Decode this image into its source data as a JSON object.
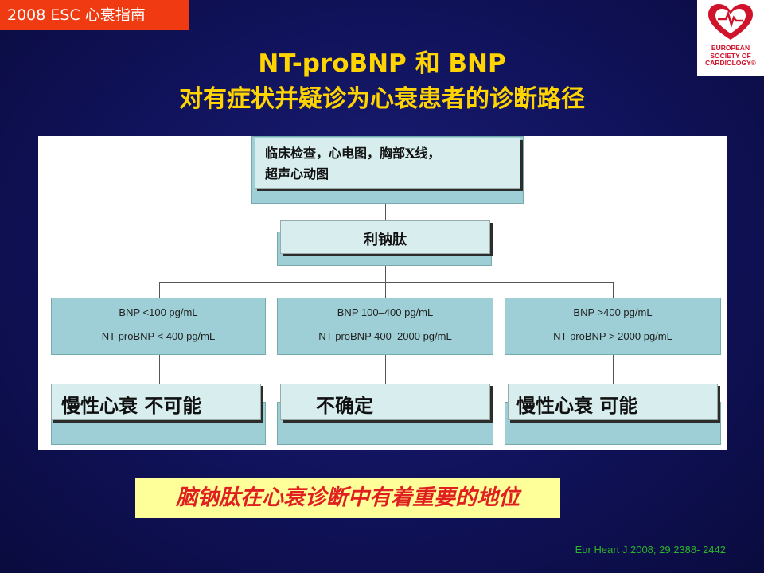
{
  "tag": "2008 ESC 心衰指南",
  "logo": {
    "text": "EUROPEAN\nSOCIETY OF\nCARDIOLOGY®",
    "icon": "heart-logo-icon",
    "color": "#d0122a"
  },
  "title": {
    "line1": "NT-proBNP 和 BNP",
    "line2": "对有症状并疑诊为心衰患者的诊断路径"
  },
  "flow": {
    "top": "临床检查，心电图，胸部X线，\n超声心动图",
    "peptide": "利钠肽",
    "ranges": [
      {
        "line1": "BNP <100 pg/mL",
        "line2": "NT-proBNP < 400 pg/mL"
      },
      {
        "line1": "BNP 100–400 pg/mL",
        "line2": "NT-proBNP 400–2000 pg/mL"
      },
      {
        "line1": "BNP >400 pg/mL",
        "line2": "NT-proBNP > 2000 pg/mL"
      }
    ],
    "outcomes": [
      "慢性心衰 不可能",
      "不确定",
      "慢性心衰 可能"
    ]
  },
  "note": "脑钠肽在心衰诊断中有着重要的地位",
  "reference": "Eur Heart J 2008; 29:2388- 2442",
  "colors": {
    "background": "#10125a",
    "title": "#ffd400",
    "tag": "#f03a12",
    "note_bg": "#ffff99",
    "note_text": "#e02020",
    "reference": "#2ab42a"
  }
}
